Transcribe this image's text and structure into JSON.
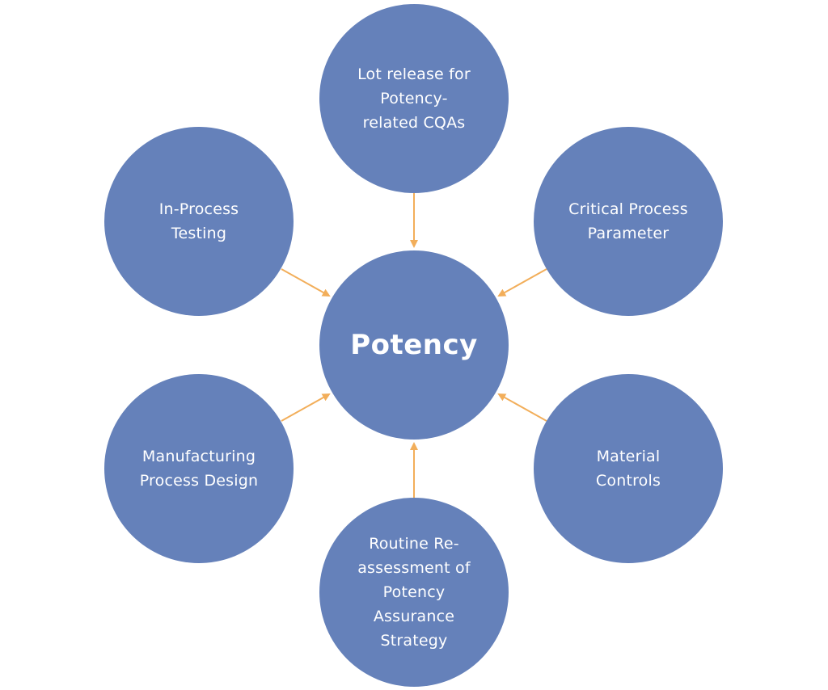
{
  "diagram": {
    "center": {
      "label": "Potency"
    },
    "nodes": {
      "top": "Lot release for\nPotency-\nrelated CQAs",
      "top_left": "In-Process\nTesting",
      "top_right": "Critical Process\nParameter",
      "bottom_left": "Manufacturing\nProcess Design",
      "bottom_right": "Material\nControls",
      "bottom": "Routine Re-\nassessment of\nPotency\nAssurance\nStrategy"
    }
  },
  "colors": {
    "circle_fill": "#6581ba",
    "arrow": "#f2ae5a",
    "text": "#ffffff"
  }
}
